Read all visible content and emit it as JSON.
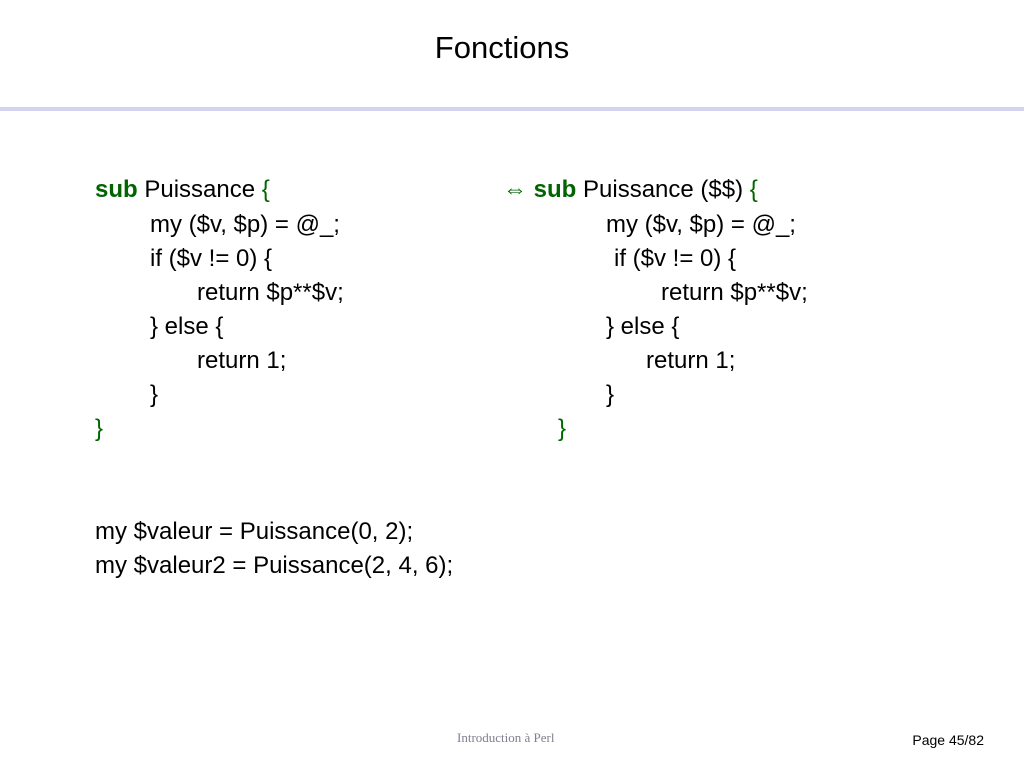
{
  "slide": {
    "title": "Fonctions"
  },
  "left_block": {
    "keyword": "sub",
    "name": " Puissance ",
    "open_brace": "{",
    "lines": [
      "my ($v, $p) = @_;",
      "if ($v != 0) {",
      "return $p**$v;",
      "} else {",
      "return 1;",
      "}"
    ],
    "close_brace": "}"
  },
  "right_block": {
    "arrow": "⇔",
    "keyword": "sub",
    "name": " Puissance ($$) ",
    "open_brace": "{",
    "lines": [
      "my ($v, $p) = @_;",
      "if ($v != 0) {",
      "return $p**$v;",
      "} else {",
      "return 1;",
      "}"
    ],
    "close_brace": "}"
  },
  "usage": {
    "lines": [
      "my $valeur = Puissance(0, 2);",
      "my $valeur2 = Puissance(2, 4, 6);"
    ]
  },
  "footer": {
    "center": "Introduction à  Perl",
    "page": "Page 45/82"
  }
}
